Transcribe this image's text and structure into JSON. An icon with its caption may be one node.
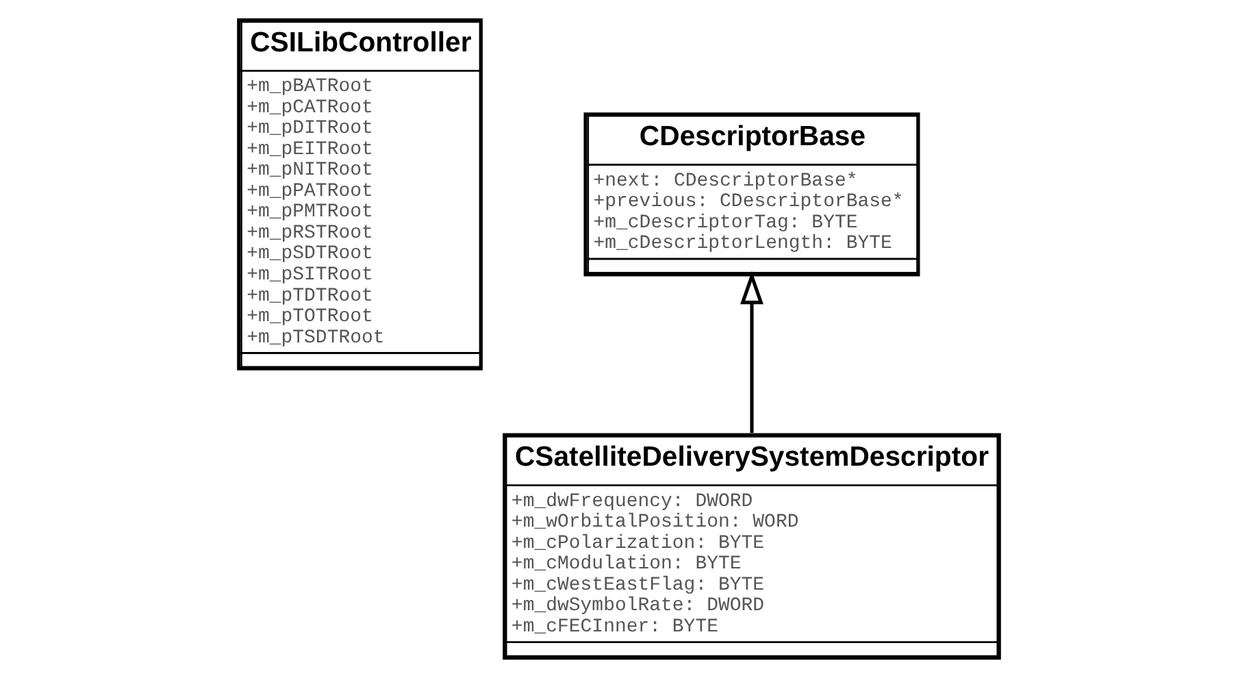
{
  "diagram": {
    "nodes": [
      {
        "text": [
          "CSILibController",
          "+m_pBATRoot",
          "+m_pCATRoot",
          "+m_pDITRoot",
          "+m_pEITRoot",
          "+m_pNITRoot",
          "+m_pPATRoot",
          "+m_pPMTRoot",
          "+m_pRSTRoot",
          "+m_pSDTRoot",
          "+m_pSITRoot",
          "+m_pTDTRoot",
          "+m_pTOTRoot",
          "+m_pTSDTRoot"
        ]
      },
      {
        "text": [
          "CDescriptorBase",
          "+next: CDescriptorBase*",
          "+previous: CDescriptorBase*",
          "+m_cDescriptorTag: BYTE",
          "+m_cDescriptorLength: BYTE"
        ]
      },
      {
        "text": [
          "CSatelliteDeliverySystemDescriptor",
          "+m_dwFrequency: DWORD",
          "+m_wOrbitalPosition: WORD",
          "+m_cPolarization: BYTE",
          "+m_cModulation: BYTE",
          "+m_cWestEastFlag: BYTE",
          "+m_dwSymbolRate: DWORD",
          "+m_cFECInner: BYTE"
        ]
      }
    ],
    "edges": [
      {
        "from": 2,
        "to": 1,
        "arrow": "to"
      }
    ]
  }
}
